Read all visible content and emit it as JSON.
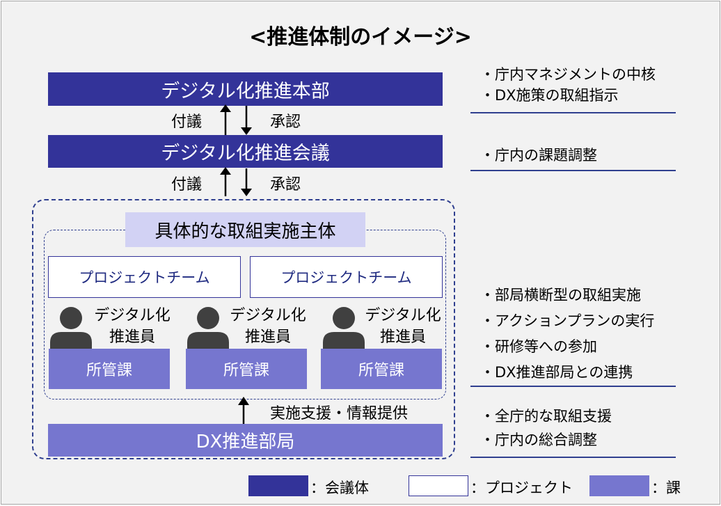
{
  "title": "<推進体制のイメージ>",
  "headquarters": "デジタル化推進本部",
  "council": "デジタル化推進会議",
  "arrows": {
    "up_label_1": "付議",
    "down_label_1": "承認",
    "up_label_2": "付議",
    "down_label_2": "承認"
  },
  "implementation_body": "具体的な取組実施主体",
  "project_teams": [
    "プロジェクトチーム",
    "プロジェクトチーム"
  ],
  "members": [
    {
      "name_line1": "デジタル化",
      "name_line2": "推進員",
      "section": "所管課"
    },
    {
      "name_line1": "デジタル化",
      "name_line2": "推進員",
      "section": "所管課"
    },
    {
      "name_line1": "デジタル化",
      "name_line2": "推進員",
      "section": "所管課"
    }
  ],
  "support_label": "実施支援・情報提供",
  "dx_bureau": "DX推進部局",
  "notes": {
    "hq": [
      "・庁内マネジメントの中核",
      "・DX施策の取組指示"
    ],
    "council": [
      "・庁内の課題調整"
    ],
    "implementers": [
      "・部局横断型の取組実施",
      "・アクションプランの実行",
      "・研修等への参加",
      "・DX推進部局との連携"
    ],
    "dx": [
      "・全庁的な取組支援",
      "・庁内の総合調整"
    ]
  },
  "legend": {
    "meeting": "：会議体",
    "project": "：プロジェクト",
    "section": "：課"
  },
  "colors": {
    "navy": "#333399",
    "section_purple": "#7676cf",
    "light_purple": "#d2d2f4",
    "background": "#f2f2f2"
  }
}
